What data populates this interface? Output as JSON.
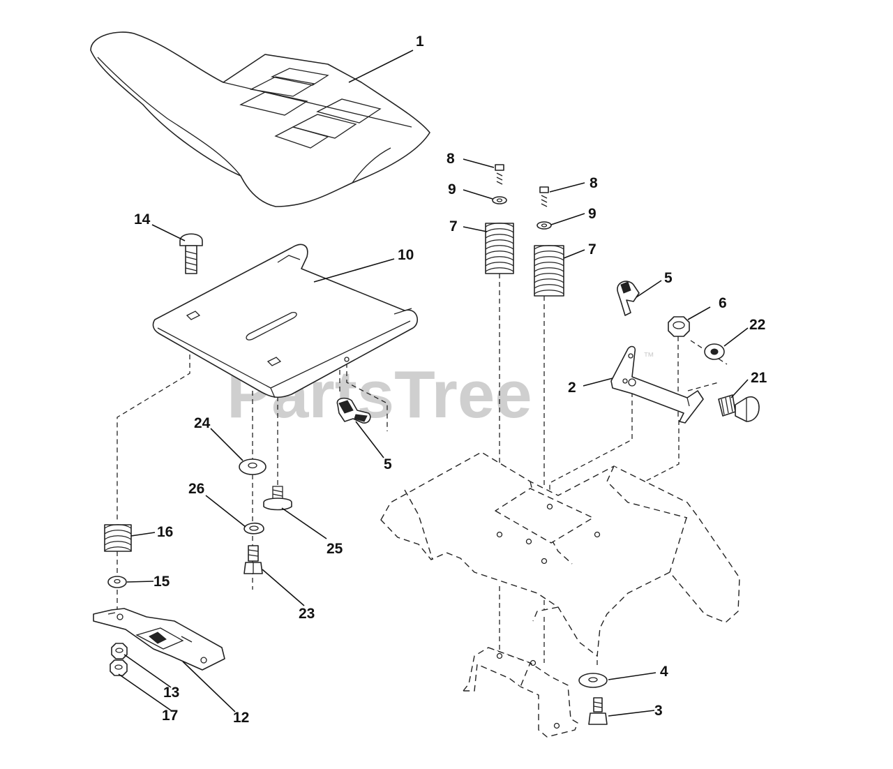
{
  "watermark": {
    "text": "PartsTree",
    "trademark": "™"
  },
  "callouts": [
    {
      "id": "c1",
      "label": "1"
    },
    {
      "id": "c14",
      "label": "14"
    },
    {
      "id": "c10",
      "label": "10"
    },
    {
      "id": "c8a",
      "label": "8"
    },
    {
      "id": "c9a",
      "label": "9"
    },
    {
      "id": "c7a",
      "label": "7"
    },
    {
      "id": "c8b",
      "label": "8"
    },
    {
      "id": "c9b",
      "label": "9"
    },
    {
      "id": "c7b",
      "label": "7"
    },
    {
      "id": "c5a",
      "label": "5"
    },
    {
      "id": "c6",
      "label": "6"
    },
    {
      "id": "c22",
      "label": "22"
    },
    {
      "id": "c2",
      "label": "2"
    },
    {
      "id": "c21",
      "label": "21"
    },
    {
      "id": "c24",
      "label": "24"
    },
    {
      "id": "c5b",
      "label": "5"
    },
    {
      "id": "c26",
      "label": "26"
    },
    {
      "id": "c25",
      "label": "25"
    },
    {
      "id": "c16",
      "label": "16"
    },
    {
      "id": "c15",
      "label": "15"
    },
    {
      "id": "c23",
      "label": "23"
    },
    {
      "id": "c13",
      "label": "13"
    },
    {
      "id": "c17",
      "label": "17"
    },
    {
      "id": "c12",
      "label": "12"
    },
    {
      "id": "c4",
      "label": "4"
    },
    {
      "id": "c3",
      "label": "3"
    }
  ]
}
